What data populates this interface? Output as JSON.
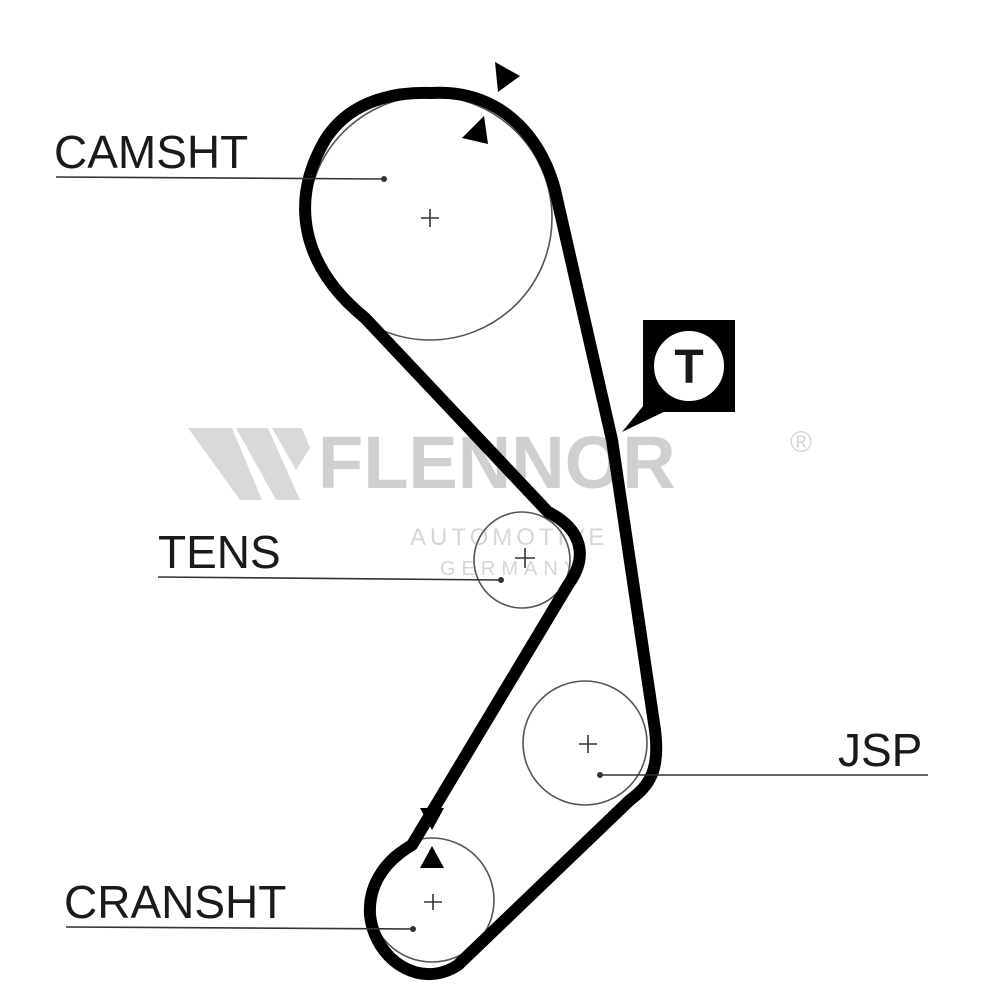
{
  "diagram": {
    "labels": {
      "camshaft": "CAMSHT",
      "tensioner": "TENS",
      "jackshaft": "JSP",
      "crankshaft": "CRANSHT",
      "tension_marker": "T"
    },
    "watermark": {
      "brand": "FLENNOR",
      "registered": "®",
      "line1": "AUTOMOTIVE",
      "line2": "GERMANY"
    },
    "colors": {
      "belt": "#000000",
      "pulley": "#555555",
      "leader": "#333333",
      "watermark": "#cfcfcf"
    }
  }
}
